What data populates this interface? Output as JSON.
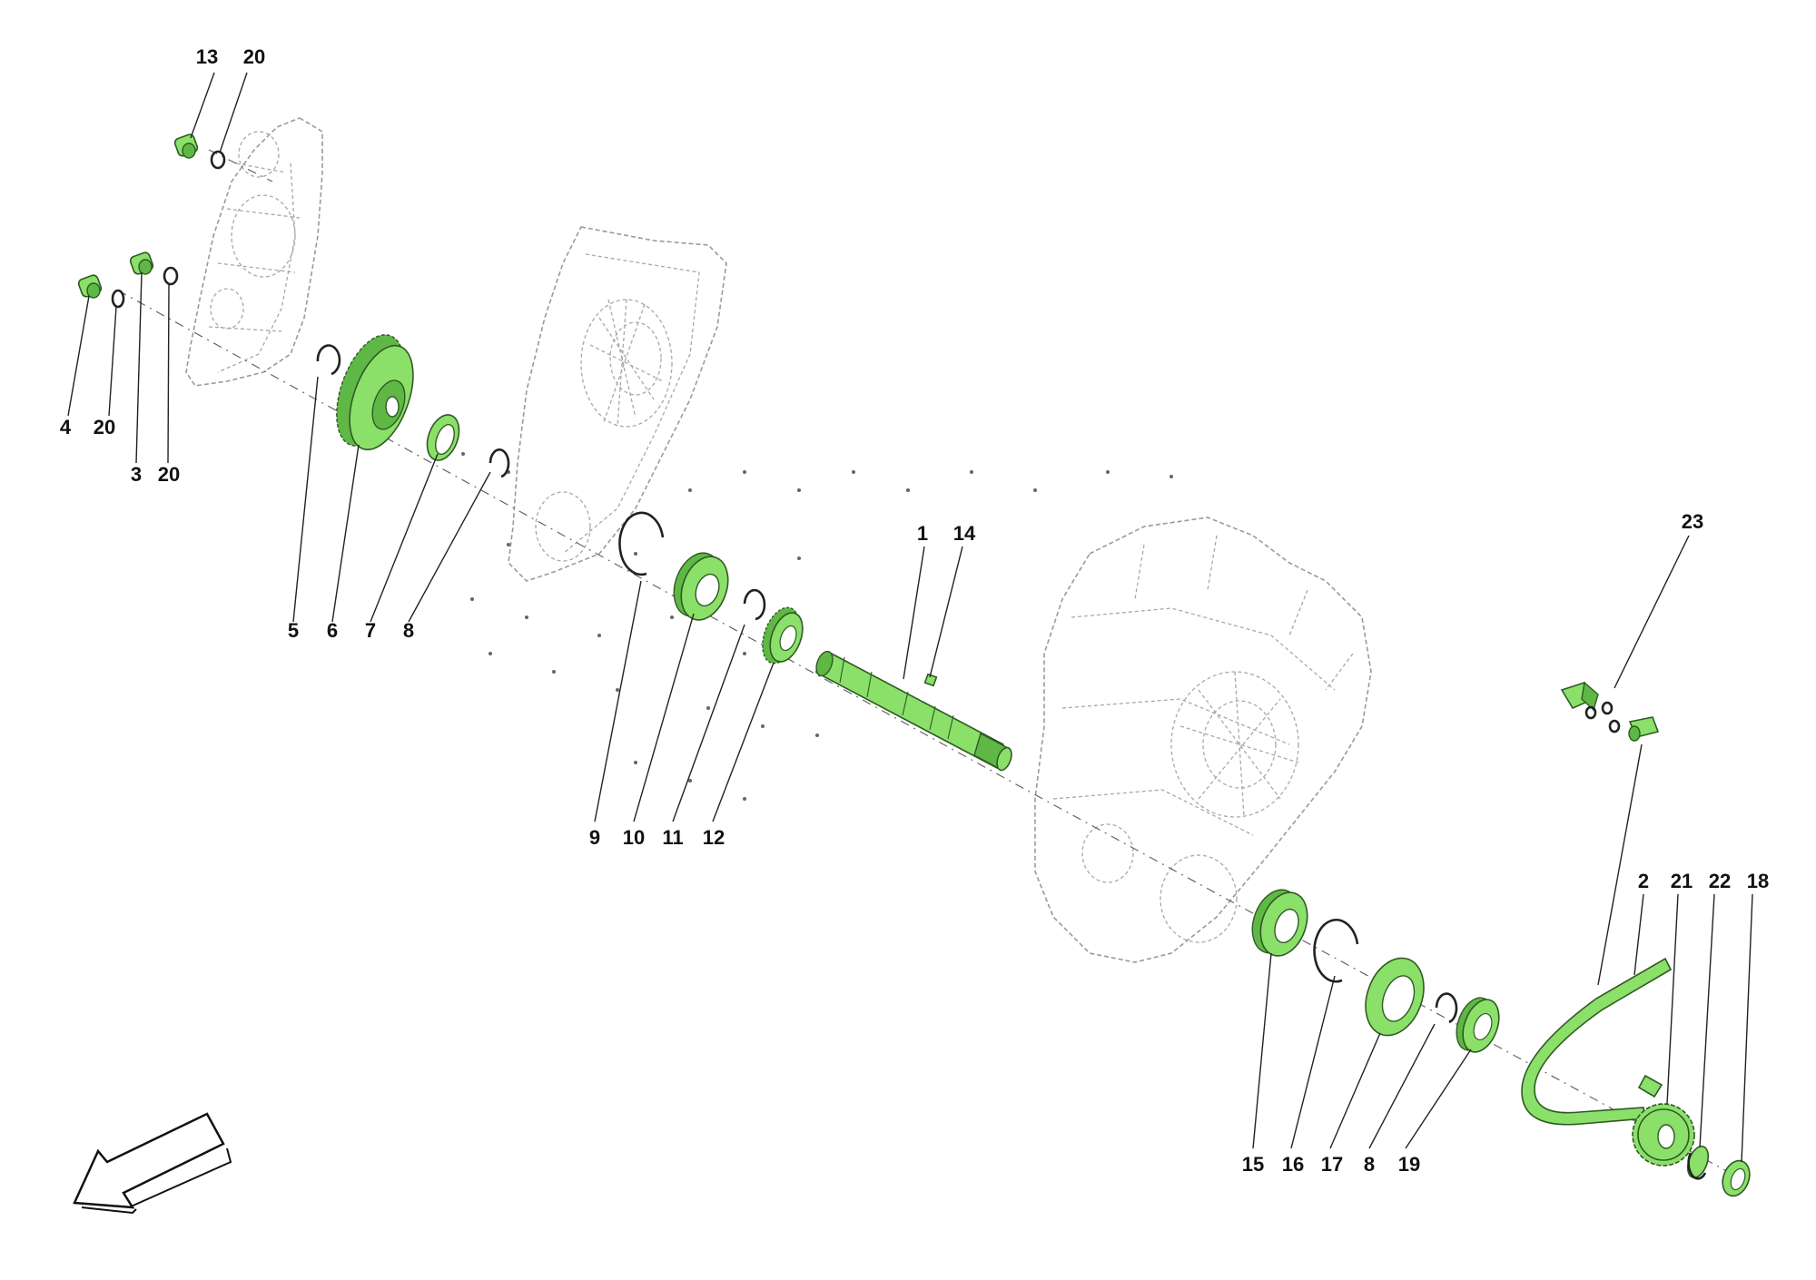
{
  "diagram": {
    "highlight_color": "#8be06a",
    "outline_color": "#9a9a9a",
    "callouts": {
      "c13": "13",
      "c20a": "20",
      "c4": "4",
      "c20b": "20",
      "c3": "3",
      "c20c": "20",
      "c5": "5",
      "c6": "6",
      "c7": "7",
      "c8a": "8",
      "c1": "1",
      "c14": "14",
      "c9": "9",
      "c10": "10",
      "c11": "11",
      "c12": "12",
      "c23": "23",
      "c2": "2",
      "c21": "21",
      "c22": "22",
      "c18": "18",
      "c15": "15",
      "c16": "16",
      "c17": "17",
      "c8b": "8",
      "c19": "19"
    },
    "direction_arrow_icon": "direction-arrow-icon"
  }
}
